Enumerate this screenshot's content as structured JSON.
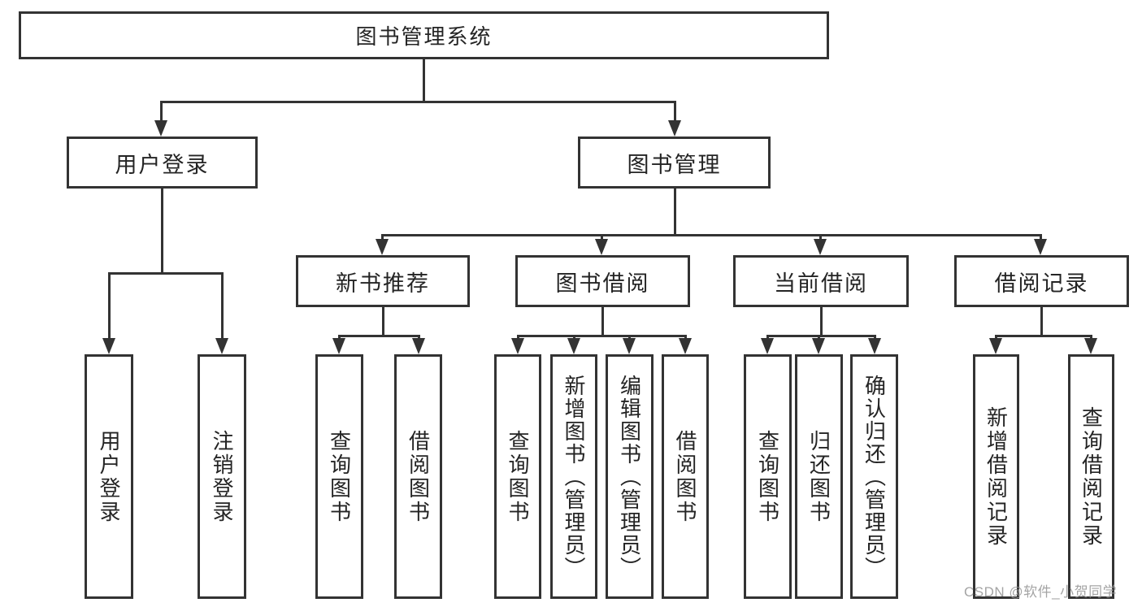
{
  "diagram": {
    "type": "tree",
    "root": {
      "label": "图书管理系统",
      "children": [
        {
          "label": "用户登录",
          "children": [
            {
              "label": "用户登录"
            },
            {
              "label": "注销登录"
            }
          ]
        },
        {
          "label": "图书管理",
          "children": [
            {
              "label": "新书推荐",
              "children": [
                {
                  "label": "查询图书"
                },
                {
                  "label": "借阅图书"
                }
              ]
            },
            {
              "label": "图书借阅",
              "children": [
                {
                  "label": "查询图书"
                },
                {
                  "label": "新增图书（管理员）"
                },
                {
                  "label": "编辑图书（管理员）"
                },
                {
                  "label": "借阅图书"
                }
              ]
            },
            {
              "label": "当前借阅",
              "children": [
                {
                  "label": "查询图书"
                },
                {
                  "label": "归还图书"
                },
                {
                  "label": "确认归还（管理员）"
                }
              ]
            },
            {
              "label": "借阅记录",
              "children": [
                {
                  "label": "新增借阅记录"
                },
                {
                  "label": "查询借阅记录"
                }
              ]
            }
          ]
        }
      ]
    },
    "colors": {
      "line": "#333333",
      "text": "#242424",
      "background": "#ffffff",
      "watermark_text": "#949494"
    }
  },
  "watermark": {
    "text": "CSDN @软件_小贺同学"
  }
}
